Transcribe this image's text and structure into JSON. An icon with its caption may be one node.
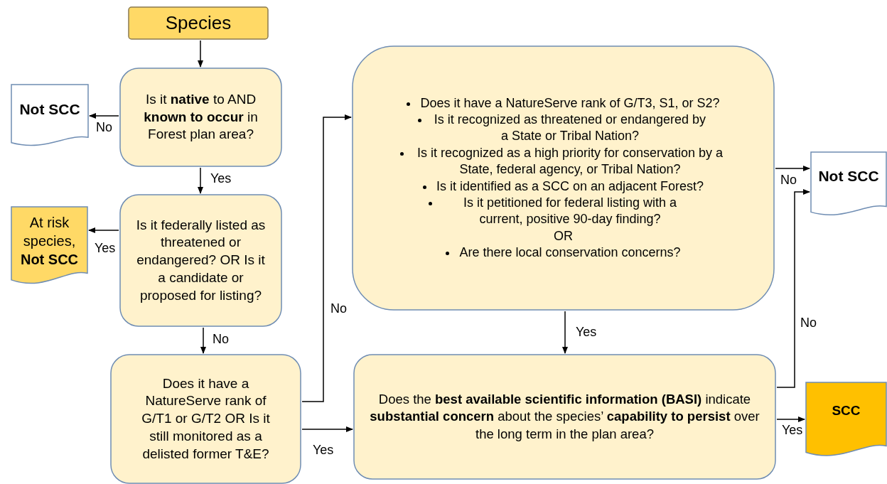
{
  "diagram": {
    "nodes": [
      {
        "text": [
          "Species"
        ]
      },
      {
        "text": [
          "Is it **native** to AND **known to occur** in Forest plan area?"
        ]
      },
      {
        "text": [
          "Not SCC"
        ]
      },
      {
        "text": [
          "Is it federally listed as threatened or endangered? OR Is it a candidate or proposed for listing?"
        ]
      },
      {
        "text": [
          "At risk species, **Not SCC**"
        ]
      },
      {
        "text": [
          "Does it have a NatureServe rank of G/T1 or G/T2 OR Is it still monitored as a delisted former T&E?"
        ]
      },
      {
        "text": [
          "Does it have a NatureServe rank of G/T3, S1, or S2?",
          "Is it recognized as threatened or endangered by a State or Tribal Nation?",
          "Is it recognized as a high priority for conservation by a State, federal agency, or Tribal Nation?",
          "Is it identified as a SCC on an adjacent Forest?",
          "Is it petitioned for federal listing with a current, positive 90-day finding?",
          "OR",
          "Are there local conservation concerns?"
        ]
      },
      {
        "text": [
          "Not SCC"
        ]
      },
      {
        "text": [
          "Does the **best available scientific information (BASI)** indicate **substantial concern** about the species’ **capability to persist** over the long term in the plan area?"
        ]
      },
      {
        "text": [
          "SCC"
        ]
      }
    ],
    "edges": [
      {
        "from": 0,
        "to": 1,
        "arrow": "to"
      },
      {
        "from": 1,
        "to": 2,
        "arrow": "to",
        "label": "No"
      },
      {
        "from": 1,
        "to": 3,
        "arrow": "to",
        "label": "Yes"
      },
      {
        "from": 3,
        "to": 4,
        "arrow": "to",
        "label": "Yes"
      },
      {
        "from": 3,
        "to": 5,
        "arrow": "to",
        "label": "No"
      },
      {
        "from": 5,
        "to": 6,
        "arrow": "to",
        "label": "No"
      },
      {
        "from": 5,
        "to": 8,
        "arrow": "to",
        "label": "Yes"
      },
      {
        "from": 6,
        "to": 7,
        "arrow": "to",
        "label": "No"
      },
      {
        "from": 6,
        "to": 8,
        "arrow": "to",
        "label": "Yes"
      },
      {
        "from": 8,
        "to": 7,
        "arrow": "to",
        "label": "No"
      },
      {
        "from": 8,
        "to": 9,
        "arrow": "to",
        "label": "Yes"
      }
    ]
  }
}
